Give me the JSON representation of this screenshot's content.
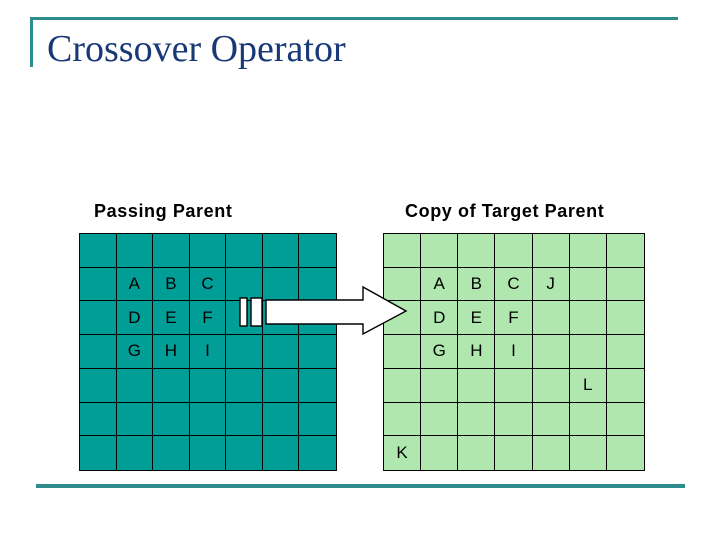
{
  "title": "Crossover Operator",
  "colors": {
    "title_text": "#183878",
    "accent_line": "#2E8C8C",
    "teal_cell": "#009E96",
    "green_cell": "#AFE7AF",
    "yellow_cell": "#FCF5B8",
    "grid_border": "#000000",
    "arrow_fill": "#FFFFFF"
  },
  "passing_parent": {
    "label": "Passing Parent",
    "rows": 7,
    "cols": 7,
    "cell_letters": [
      [
        "",
        "",
        "",
        "",
        "",
        "",
        ""
      ],
      [
        "",
        "A",
        "B",
        "C",
        "",
        "",
        ""
      ],
      [
        "",
        "D",
        "E",
        "F",
        "",
        "",
        ""
      ],
      [
        "",
        "G",
        "H",
        "I",
        "",
        "",
        ""
      ],
      [
        "",
        "",
        "",
        "",
        "",
        "",
        ""
      ],
      [
        "",
        "",
        "",
        "",
        "",
        "",
        ""
      ],
      [
        "",
        "",
        "",
        "",
        "",
        "",
        ""
      ]
    ],
    "highlight": {
      "row_start": 1,
      "row_end": 3,
      "col_start": 1,
      "col_end": 3
    }
  },
  "target_parent": {
    "label": "Copy of Target Parent",
    "rows": 7,
    "cols": 7,
    "cell_letters": [
      [
        "",
        "",
        "",
        "",
        "",
        "",
        ""
      ],
      [
        "",
        "A",
        "B",
        "C",
        "J",
        "",
        ""
      ],
      [
        "",
        "D",
        "E",
        "F",
        "",
        "",
        ""
      ],
      [
        "",
        "G",
        "H",
        "I",
        "",
        "",
        ""
      ],
      [
        "",
        "",
        "",
        "",
        "",
        "L",
        ""
      ],
      [
        "",
        "",
        "",
        "",
        "",
        "",
        ""
      ],
      [
        "K",
        "",
        "",
        "",
        "",
        "",
        ""
      ]
    ],
    "highlight": {
      "row_start": 1,
      "row_end": 3,
      "col_start": 1,
      "col_end": 3
    }
  },
  "arrow": {
    "name": "striped-right-arrow"
  }
}
